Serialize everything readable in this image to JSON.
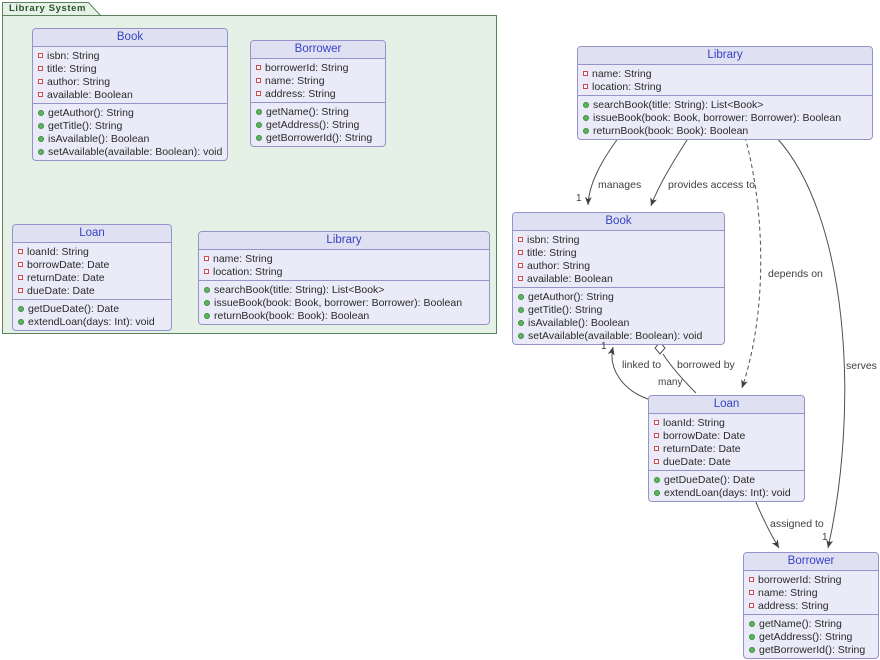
{
  "package": {
    "title": "Library System"
  },
  "classes": [
    {
      "name": "Book",
      "attributes": [
        "isbn: String",
        "title: String",
        "author: String",
        "available: Boolean"
      ],
      "methods": [
        "getAuthor(): String",
        "getTitle(): String",
        "isAvailable(): Boolean",
        "setAvailable(available: Boolean): void"
      ]
    },
    {
      "name": "Borrower",
      "attributes": [
        "borrowerId: String",
        "name: String",
        "address: String"
      ],
      "methods": [
        "getName(): String",
        "getAddress(): String",
        "getBorrowerId(): String"
      ]
    },
    {
      "name": "Loan",
      "attributes": [
        "loanId: String",
        "borrowDate: Date",
        "returnDate: Date",
        "dueDate: Date"
      ],
      "methods": [
        "getDueDate(): Date",
        "extendLoan(days: Int): void"
      ]
    },
    {
      "name": "Library",
      "attributes": [
        "name: String",
        "location: String"
      ],
      "methods": [
        "searchBook(title: String): List<Book>",
        "issueBook(book: Book, borrower: Borrower): Boolean",
        "returnBook(book: Book): Boolean"
      ]
    },
    {
      "name": "Library",
      "attributes": [
        "name: String",
        "location: String"
      ],
      "methods": [
        "searchBook(title: String): List<Book>",
        "issueBook(book: Book, borrower: Borrower): Boolean",
        "returnBook(book: Book): Boolean"
      ]
    },
    {
      "name": "Book",
      "attributes": [
        "isbn: String",
        "title: String",
        "author: String",
        "available: Boolean"
      ],
      "methods": [
        "getAuthor(): String",
        "getTitle(): String",
        "isAvailable(): Boolean",
        "setAvailable(available: Boolean): void"
      ]
    },
    {
      "name": "Loan",
      "attributes": [
        "loanId: String",
        "borrowDate: Date",
        "returnDate: Date",
        "dueDate: Date"
      ],
      "methods": [
        "getDueDate(): Date",
        "extendLoan(days: Int): void"
      ]
    },
    {
      "name": "Borrower",
      "attributes": [
        "borrowerId: String",
        "name: String",
        "address: String"
      ],
      "methods": [
        "getName(): String",
        "getAddress(): String",
        "getBorrowerId(): String"
      ]
    }
  ],
  "edges": [
    {
      "from": "Library",
      "to": "Book",
      "label": "manages",
      "multiplicity": "1",
      "style": "solid-arrow"
    },
    {
      "from": "Library",
      "to": "Book",
      "label": "provides access to",
      "multiplicity": "",
      "style": "solid-arrow"
    },
    {
      "from": "Library",
      "to": "Loan",
      "label": "depends on",
      "multiplicity": "",
      "style": "dashed-arrow"
    },
    {
      "from": "Library",
      "to": "Borrower",
      "label": "serves",
      "multiplicity": "1",
      "style": "solid-arrow"
    },
    {
      "from": "Loan",
      "to": "Book",
      "label": "linked to",
      "multiplicity": "1",
      "style": "solid-arrow"
    },
    {
      "from": "Book",
      "to": "Loan",
      "label": "borrowed by",
      "multiplicity": "many",
      "style": "aggregation"
    },
    {
      "from": "Loan",
      "to": "Borrower",
      "label": "assigned to",
      "multiplicity": "",
      "style": "solid-arrow"
    }
  ],
  "colors": {
    "package_fill": "#e5f1e7",
    "package_border": "#5b825b",
    "package_title": "#2c542c",
    "class_fill": "#eaeaf8",
    "class_header": "#e0e0f3",
    "class_border": "#9494c8",
    "class_title": "#3742c4",
    "field_icon": "#d0494f",
    "method_icon": "#5cb55c",
    "edge_color": "#4f4f4f"
  }
}
